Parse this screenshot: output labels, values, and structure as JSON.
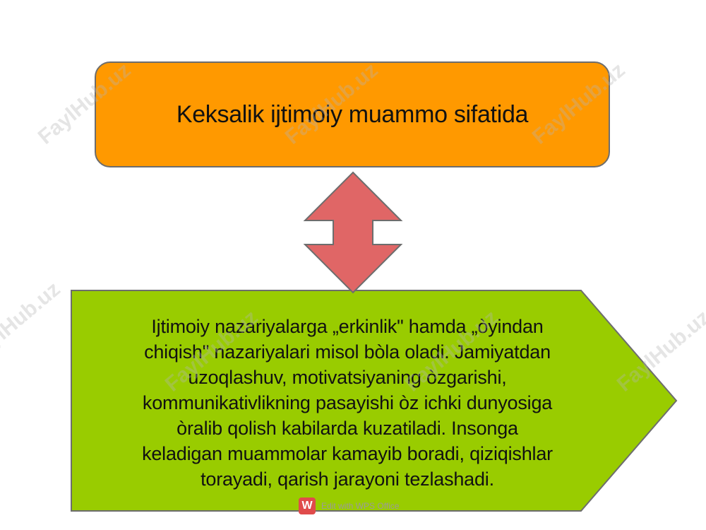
{
  "title_box": {
    "text": "Keksalik ijtimoiy muammo sifatida",
    "fill": "#ff9900"
  },
  "connector": {
    "icon": "double-headed-vertical-arrow-icon",
    "fill": "#e06666"
  },
  "body_box": {
    "lines": [
      "Ijtimoiy nazariyalarga „erkinlik\" hamda „òyindan",
      "chiqish\" nazariyalari misol bòla oladi. Jamiyatdan",
      "uzoqlashuv, motivatsiyaning òzgarishi,",
      "kommunikativlikning pasayishi òz ichki dunyosiga",
      "òralib qolish kabilarda kuzatiladi. Insonga",
      "keladigan muammolar kamayib boradi, qiziqishlar",
      "torayadi, qarish jarayoni tezlashadi."
    ],
    "fill": "#99cc00"
  },
  "watermarks": [
    "FaylHub.uz",
    "FaylHub.uz",
    "FaylHub.uz",
    "FaylHub.uz",
    "FaylHub.uz",
    "FaylHub.uz",
    "FaylHub.uz"
  ],
  "wps_badge": {
    "logo": "W",
    "text": "Edit with WPS Office"
  }
}
